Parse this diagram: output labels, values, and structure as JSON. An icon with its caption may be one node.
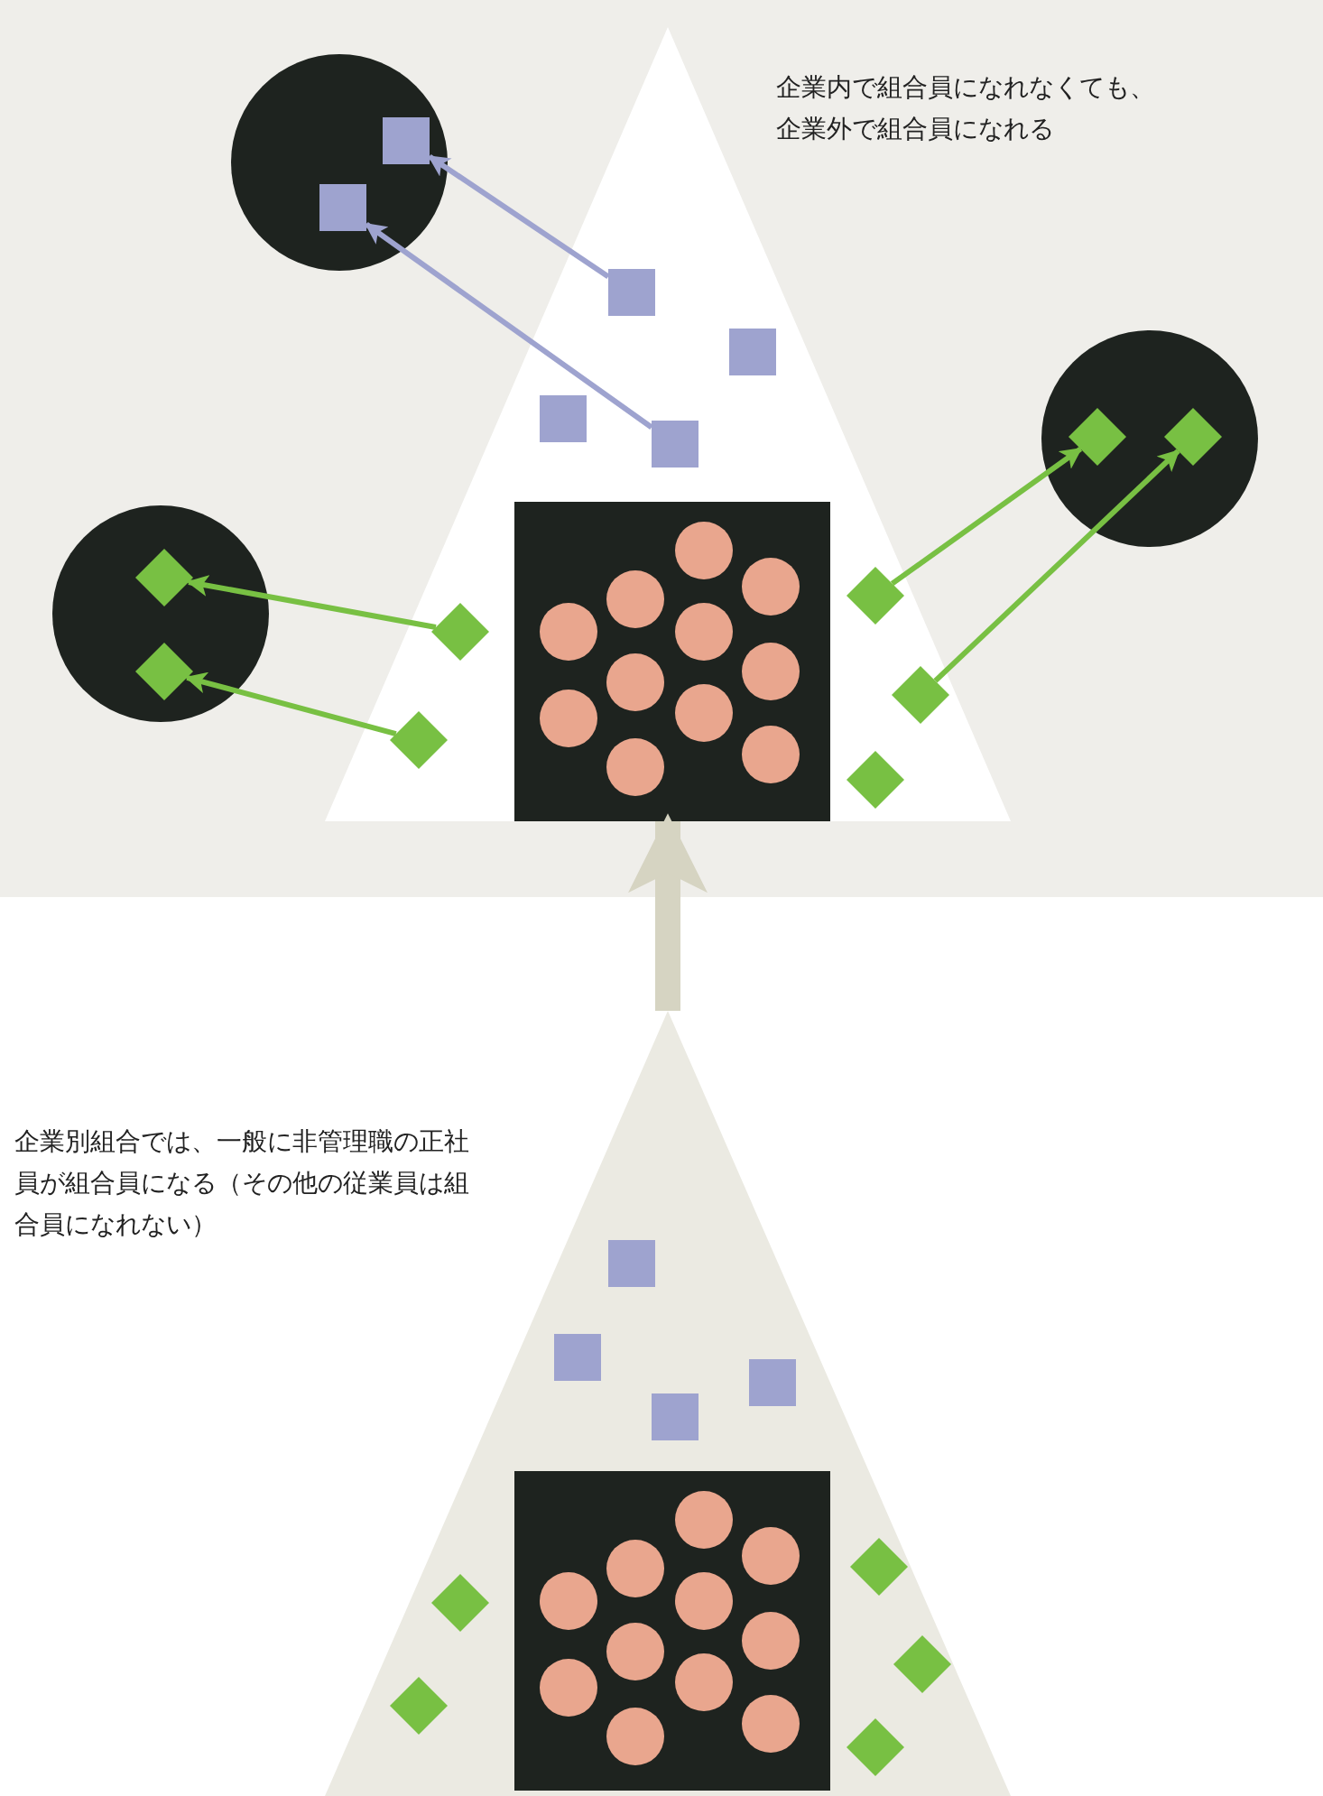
{
  "diagram": {
    "nodes": [
      {
        "text": [],
        "shape": "triangle"
      },
      {
        "text": [],
        "shape": "circle"
      },
      {
        "text": [],
        "shape": "box",
        "in": 1
      },
      {
        "text": [],
        "shape": "box",
        "in": 1
      },
      {
        "text": [],
        "shape": "circle"
      },
      {
        "text": [],
        "shape": "diamond",
        "in": 4
      },
      {
        "text": [],
        "shape": "diamond",
        "in": 4
      },
      {
        "text": [],
        "shape": "circle"
      },
      {
        "text": [],
        "shape": "diamond",
        "in": 7
      },
      {
        "text": [],
        "shape": "diamond",
        "in": 7
      },
      {
        "text": [],
        "shape": "box",
        "in": 0
      },
      {
        "text": [],
        "shape": "box",
        "in": 0
      },
      {
        "text": [],
        "shape": "diamond",
        "in": 0
      },
      {
        "text": [],
        "shape": "diamond",
        "in": 0
      },
      {
        "text": [],
        "shape": "diamond",
        "in": 0
      },
      {
        "text": [],
        "shape": "diamond",
        "in": 0
      },
      {
        "text": [],
        "shape": "triangle"
      },
      {
        "text": [],
        "shape": "box",
        "in": 0
      },
      {
        "text": [],
        "shape": "box",
        "in": 0
      },
      {
        "text": [],
        "shape": "diamond",
        "in": 0
      },
      {
        "text": [],
        "shape": "box",
        "in": 16
      },
      {
        "text": [],
        "shape": "box",
        "in": 16
      },
      {
        "text": [],
        "shape": "box",
        "in": 16
      },
      {
        "text": [],
        "shape": "box",
        "in": 16
      },
      {
        "text": [],
        "shape": "diamond",
        "in": 16
      },
      {
        "text": [],
        "shape": "diamond",
        "in": 16
      },
      {
        "text": [],
        "shape": "diamond",
        "in": 16
      },
      {
        "text": [],
        "shape": "diamond",
        "in": 16
      },
      {
        "text": [],
        "shape": "diamond",
        "in": 16
      }
    ],
    "edges": [
      {
        "from": 10,
        "to": 2,
        "arrow": "to",
        "color": "#9ea3cf"
      },
      {
        "from": 11,
        "to": 3,
        "arrow": "to",
        "color": "#9ea3cf"
      },
      {
        "from": 12,
        "to": 8,
        "arrow": "to"
      },
      {
        "from": 13,
        "to": 9,
        "arrow": "to"
      },
      {
        "from": 14,
        "to": 5,
        "arrow": "to"
      },
      {
        "from": 15,
        "to": 6,
        "arrow": "to"
      },
      {
        "from": 16,
        "to": 0,
        "arrow": "to",
        "style": "thick",
        "color": "#d6d4c2"
      }
    ],
    "labels": [
      "企業内で組合員になれなくても、企業外で組合員になれる",
      "企業別組合では、一般に非管理職の正社員が組合員になる（その他の従業員は組合員になれない）"
    ]
  }
}
